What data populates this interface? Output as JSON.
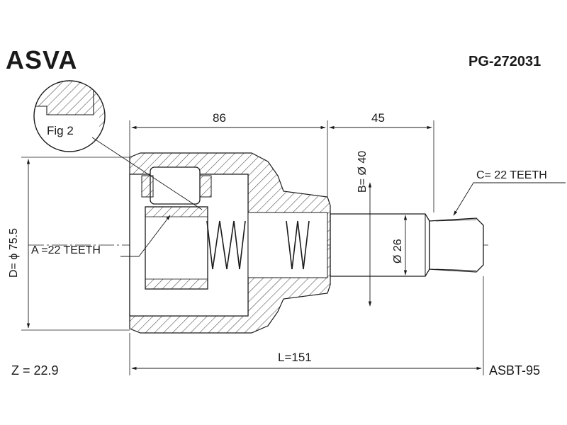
{
  "header": {
    "brand": "ASVA",
    "part_number": "PG-272031"
  },
  "footer": {
    "z_value": "Z = 22.9",
    "ref_code": "ASBT-95"
  },
  "fig": {
    "label": "Fig 2"
  },
  "dimensions": {
    "len_86": "86",
    "len_45": "45",
    "total_length": "L=151",
    "dia_b": "B= Ø 40",
    "dia_26": "Ø 26",
    "dia_d": "D= ϕ 75.5"
  },
  "callouts": {
    "teeth_a": "A =22 TEETH",
    "teeth_c": "C= 22 TEETH"
  },
  "colors": {
    "line": "#1a1a1a",
    "hatch": "#444444"
  }
}
